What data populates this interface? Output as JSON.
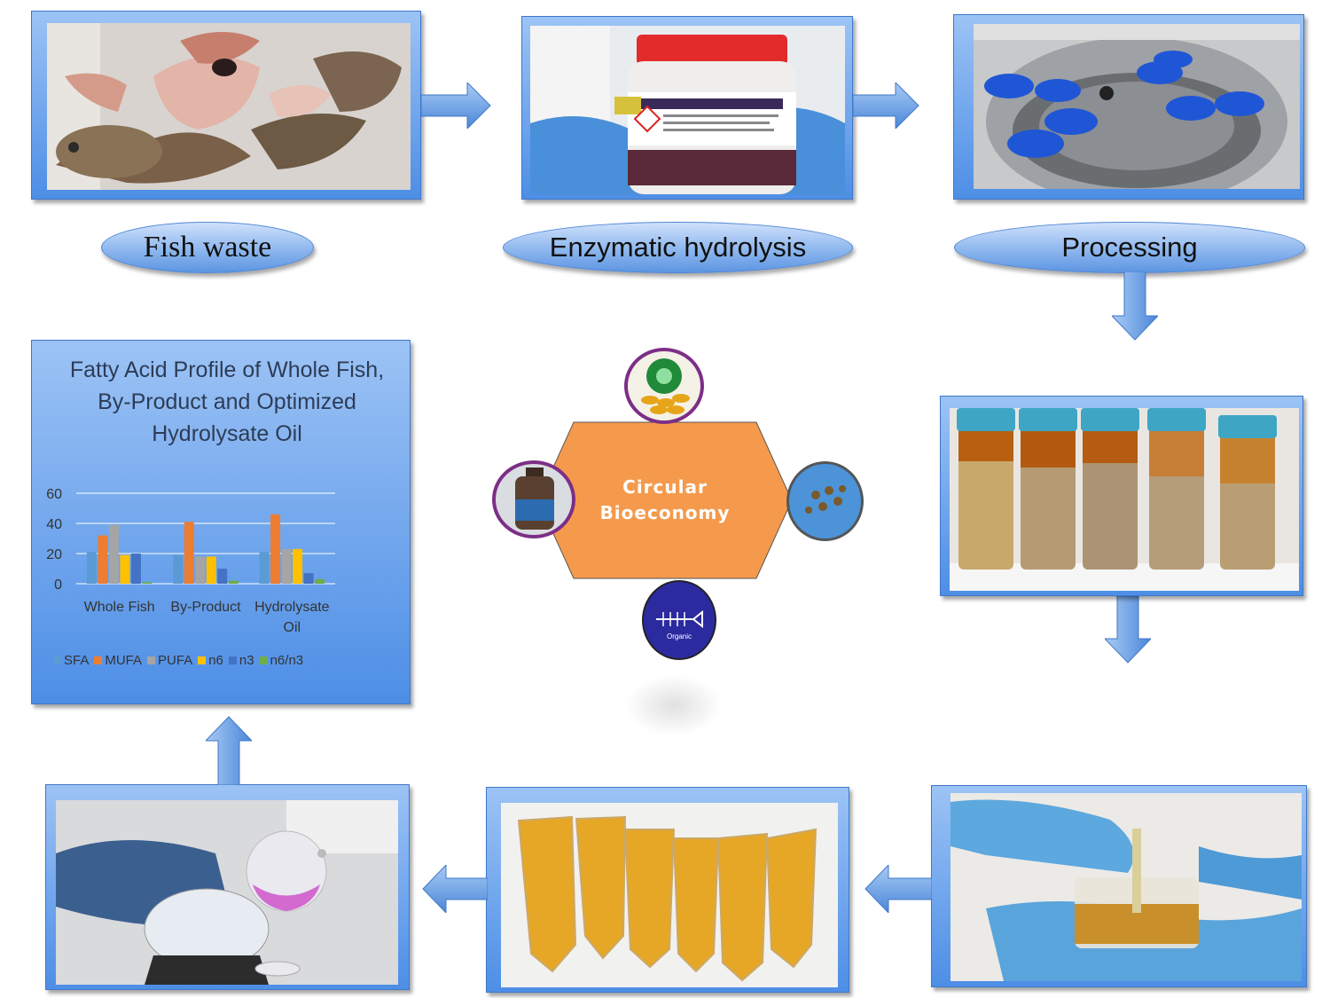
{
  "labels": {
    "fish_waste": "Fish waste",
    "enzymatic": "Enzymatic hydrolysis",
    "processing": "Processing"
  },
  "center": {
    "line1": "Circular",
    "line2": "Bioeconomy"
  },
  "product_label": "Organic",
  "colors": {
    "frame_top": "#9cc3f5",
    "frame_bottom": "#4d8ee6",
    "hexagon": "#f59a4c",
    "arrow": "#5b9be6"
  },
  "icons": [
    "fish-waste-photo",
    "enzyme-bottle-photo",
    "centrifuge-photo",
    "oil-tubes-photo",
    "gloved-hands-photo",
    "labeled-tubes-photo",
    "flask-photo",
    "omega-capsules-icon",
    "fertilizer-bottle-icon",
    "fish-feed-icon",
    "fish-fertilizer-label-icon"
  ],
  "chart_data": {
    "type": "bar",
    "title": "Fatty Acid Profile of Whole Fish, By-Product and Optimized Hydrolysate Oil",
    "categories": [
      "Whole Fish",
      "By-Product",
      "Hydrolysate Oil"
    ],
    "series": [
      {
        "name": "SFA",
        "color": "#5b9bd5",
        "values": [
          21,
          19,
          21
        ]
      },
      {
        "name": "MUFA",
        "color": "#ed7d31",
        "values": [
          32,
          41,
          46
        ]
      },
      {
        "name": "PUFA",
        "color": "#a5a5a5",
        "values": [
          39,
          18,
          23
        ]
      },
      {
        "name": "n6",
        "color": "#ffc000",
        "values": [
          19,
          18,
          23
        ]
      },
      {
        "name": "n3",
        "color": "#4472c4",
        "values": [
          20,
          10,
          7
        ]
      },
      {
        "name": "n6/n3",
        "color": "#70ad47",
        "values": [
          1,
          2,
          3
        ]
      }
    ],
    "ylim": [
      0,
      60
    ],
    "yticks": [
      0,
      20,
      40,
      60
    ],
    "grid": true,
    "legend": "bottom"
  }
}
